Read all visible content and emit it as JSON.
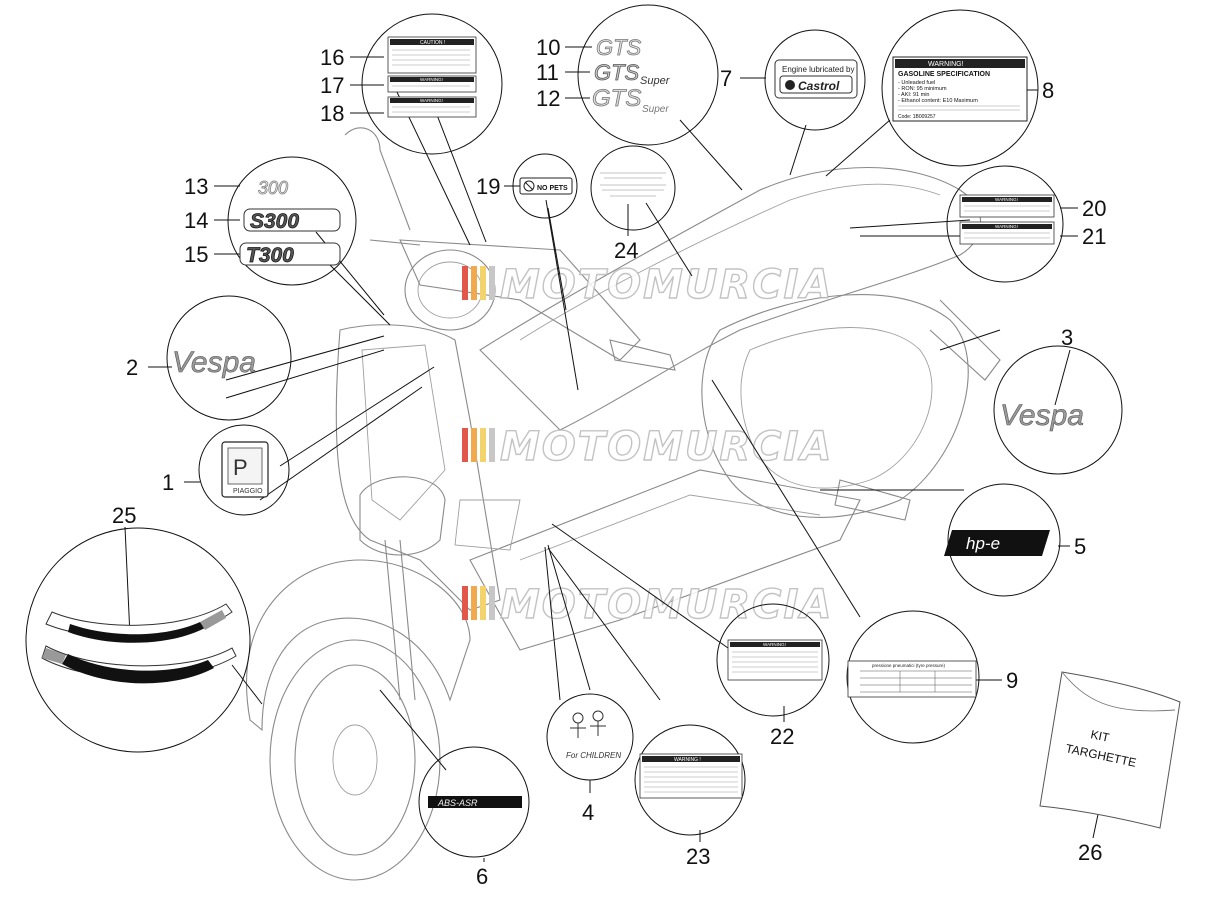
{
  "callouts": [
    {
      "id": "1",
      "label": "1"
    },
    {
      "id": "2",
      "label": "2"
    },
    {
      "id": "3",
      "label": "3"
    },
    {
      "id": "4",
      "label": "4"
    },
    {
      "id": "5",
      "label": "5"
    },
    {
      "id": "6",
      "label": "6"
    },
    {
      "id": "7",
      "label": "7"
    },
    {
      "id": "8",
      "label": "8"
    },
    {
      "id": "9",
      "label": "9"
    },
    {
      "id": "10",
      "label": "10"
    },
    {
      "id": "11",
      "label": "11"
    },
    {
      "id": "12",
      "label": "12"
    },
    {
      "id": "13",
      "label": "13"
    },
    {
      "id": "14",
      "label": "14"
    },
    {
      "id": "15",
      "label": "15"
    },
    {
      "id": "16",
      "label": "16"
    },
    {
      "id": "17",
      "label": "17"
    },
    {
      "id": "18",
      "label": "18"
    },
    {
      "id": "19",
      "label": "19"
    },
    {
      "id": "20",
      "label": "20"
    },
    {
      "id": "21",
      "label": "21"
    },
    {
      "id": "22",
      "label": "22"
    },
    {
      "id": "23",
      "label": "23"
    },
    {
      "id": "24",
      "label": "24"
    },
    {
      "id": "25",
      "label": "25"
    },
    {
      "id": "26",
      "label": "26"
    }
  ],
  "watermark": "MOTOMURCIA",
  "decals": {
    "gts": "GTS",
    "gts_super": "Super",
    "vespa": "Vespa",
    "s300": "S300",
    "t300": "T300",
    "num300": "300",
    "hpe": "hp-e",
    "abs_asr": "ABS-ASR",
    "piaggio": "PIAGGIO",
    "no_pets": "NO PETS",
    "for_children": "For CHILDREN",
    "castrol_top": "Engine lubricated by",
    "castrol_brand": "Castrol",
    "warning": "WARNING!",
    "warning_caps": "WARNING !",
    "caution": "CAUTION !",
    "gasoline_title": "GASOLINE SPECIFICATION",
    "gasoline_lines": [
      "- Unleaded fuel",
      "- RON: 95 minimum",
      "- AKI: 91 min",
      "- Ethanol content: E10 Maximum"
    ],
    "gasoline_code": "Code: 1B009257",
    "tyre_title": "pressione pneumatici (tyre pressure)",
    "kit_line1": "KIT",
    "kit_line2": "TARGHETTE"
  },
  "colors": {
    "line": "#111111",
    "sketch": "#8a8a8a",
    "decal_dark": "#1a1a1a",
    "decal_silver": "#9a9a9a",
    "watermark_red": "#e1574b",
    "watermark_orange": "#f2a94e",
    "watermark_yellow": "#f3d36b",
    "watermark_grey": "#c7c7c7"
  }
}
